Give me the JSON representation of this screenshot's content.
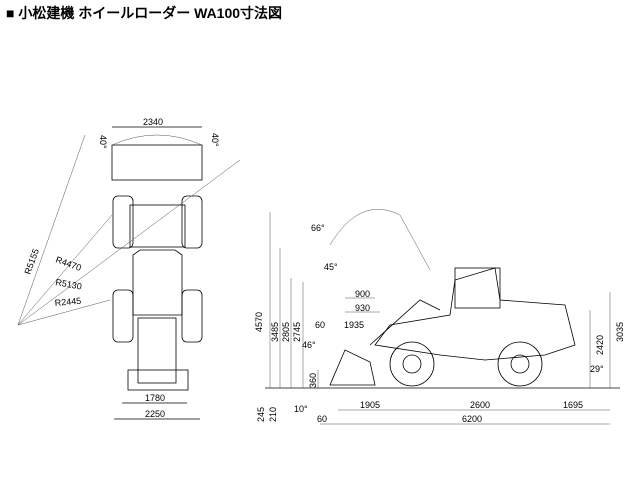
{
  "title": "■ 小松建機 ホイールローダー WA100寸法図",
  "top_view": {
    "bucket_width": "2340",
    "tread": "1780",
    "overall_width": "2250",
    "angle_left": "40°",
    "angle_right": "40°",
    "radii": [
      "R5155",
      "R4470",
      "R5130",
      "R2445"
    ]
  },
  "side_view": {
    "heights": [
      "4570",
      "3485",
      "2805",
      "2745",
      "360"
    ],
    "below": [
      "245",
      "210"
    ],
    "angles": [
      "66°",
      "45°",
      "46°",
      "10°",
      "29°"
    ],
    "reach": [
      "900",
      "930",
      "1935",
      "60"
    ],
    "lengths": [
      "1905",
      "2600",
      "1695",
      "6200",
      "60"
    ],
    "right_heights": [
      "3035",
      "2420"
    ]
  }
}
